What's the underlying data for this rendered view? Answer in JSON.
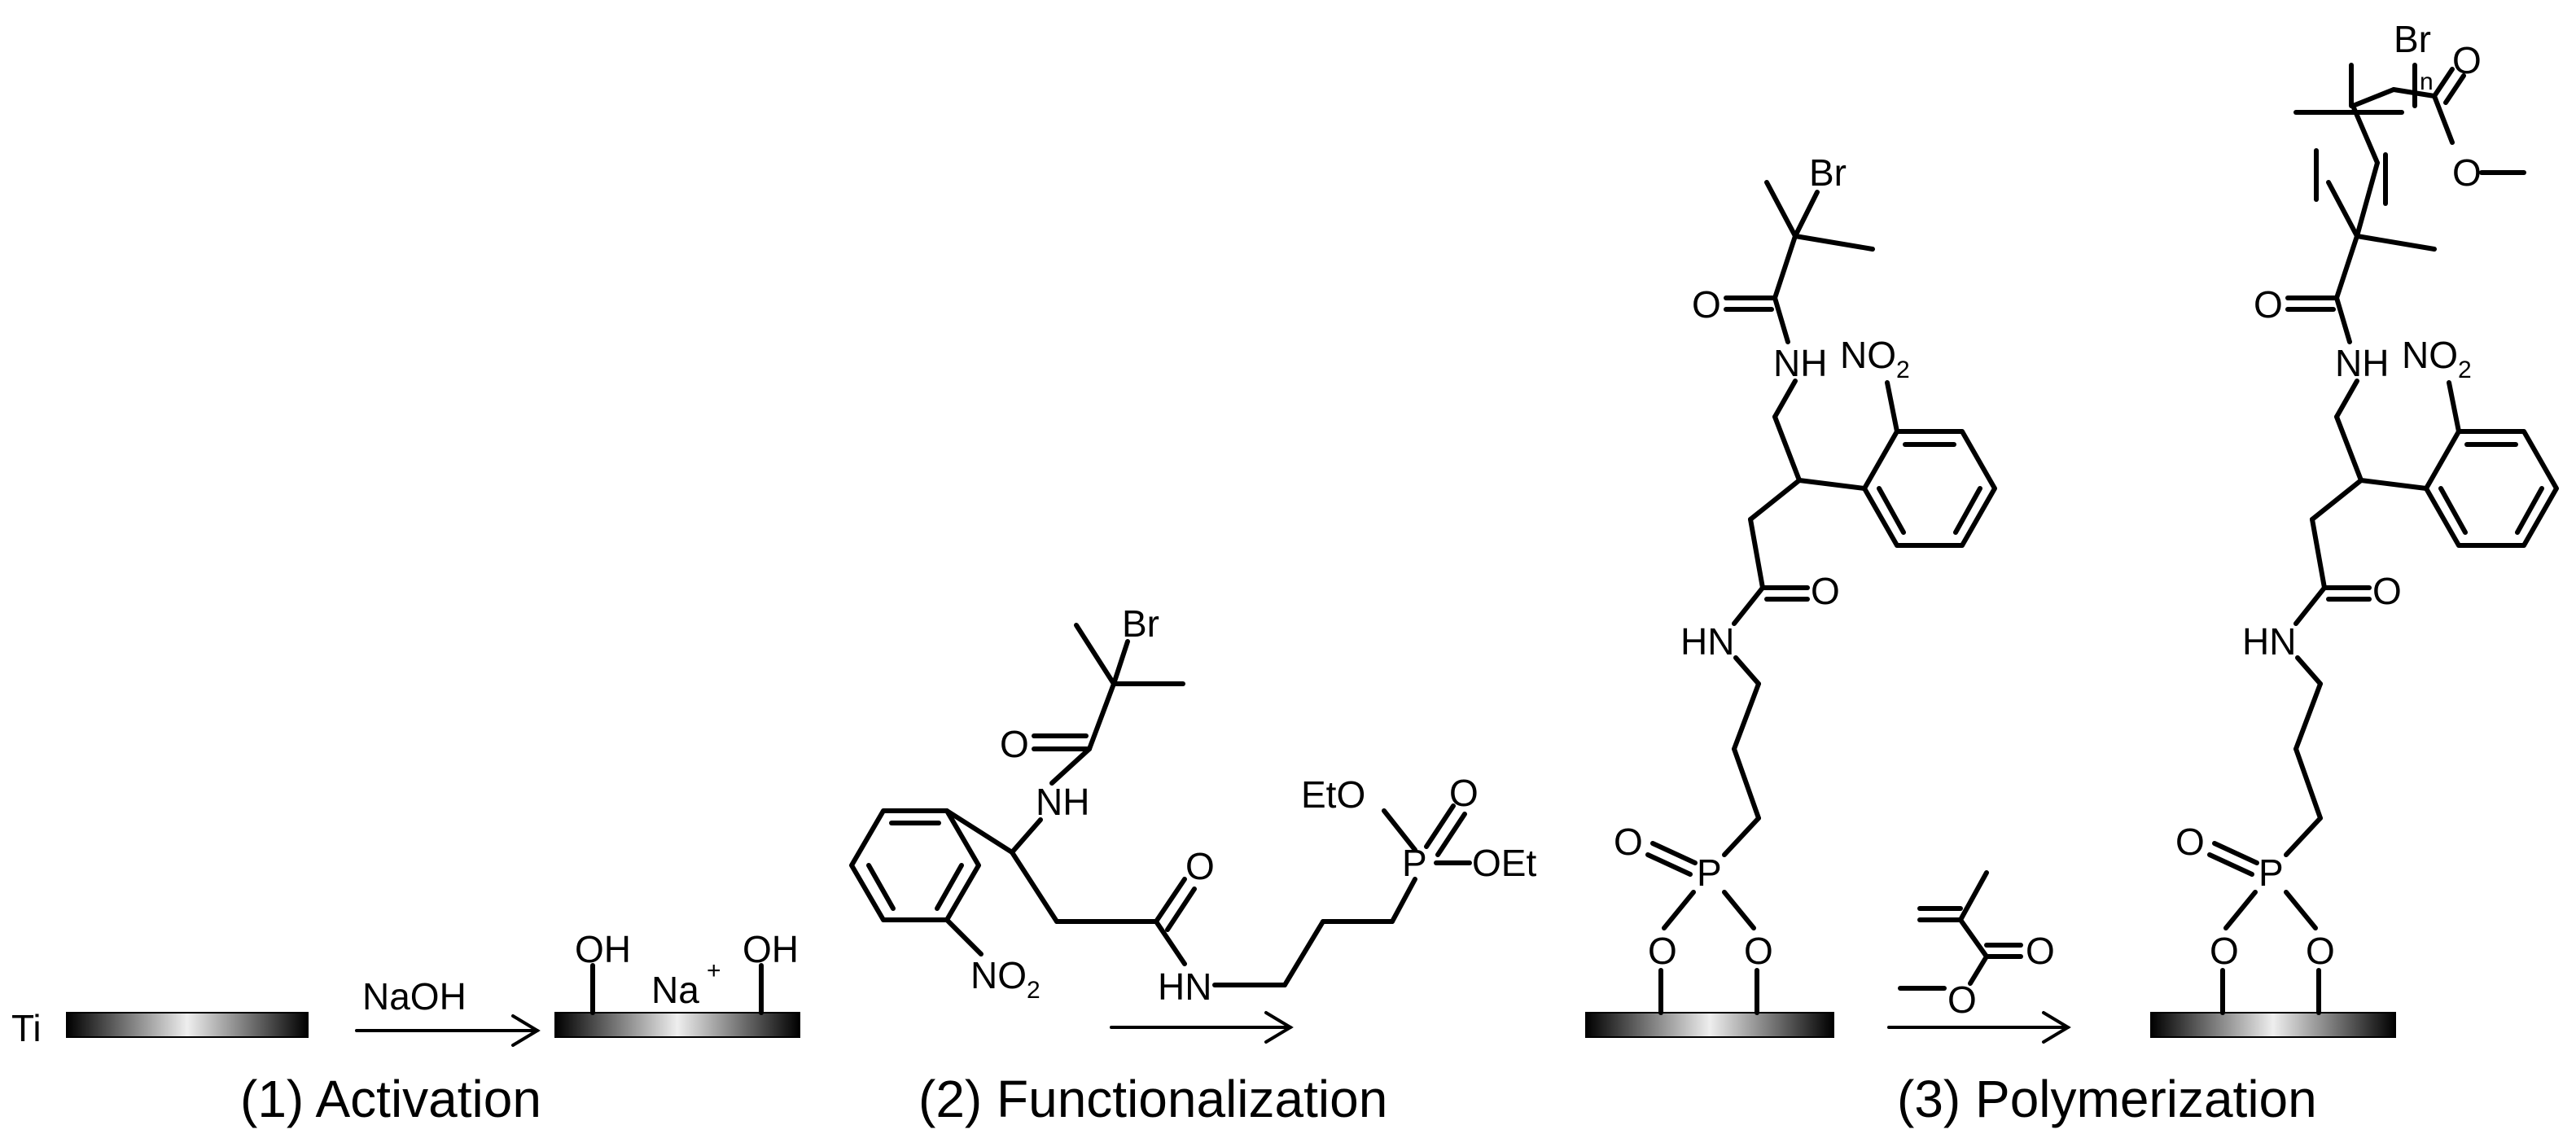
{
  "steps": [
    {
      "label": "(1) Activation",
      "reagent": "NaOH"
    },
    {
      "label": "(2) Functionalization",
      "reagent": ""
    },
    {
      "label": "(3) Polymerization",
      "reagent": ""
    }
  ],
  "atoms": {
    "ti": "Ti",
    "oh": "OH",
    "na": "Na",
    "plus": "+",
    "br": "Br",
    "o": "O",
    "nh": "NH",
    "hn": "HN",
    "no": "NO",
    "two": "2",
    "p": "P",
    "eto": "EtO",
    "oet": "OEt",
    "n_sub": "n"
  }
}
